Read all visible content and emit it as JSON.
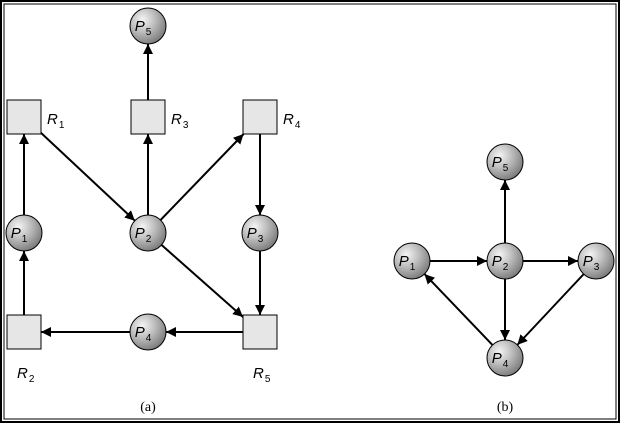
{
  "diagram_a": {
    "caption": "(a)",
    "processes": {
      "P1": {
        "main": "P",
        "sub": "1"
      },
      "P2": {
        "main": "P",
        "sub": "2"
      },
      "P3": {
        "main": "P",
        "sub": "3"
      },
      "P4": {
        "main": "P",
        "sub": "4"
      },
      "P5": {
        "main": "P",
        "sub": "5"
      }
    },
    "resources": {
      "R1": {
        "main": "R",
        "sub": "1"
      },
      "R2": {
        "main": "R",
        "sub": "2"
      },
      "R3": {
        "main": "R",
        "sub": "3"
      },
      "R4": {
        "main": "R",
        "sub": "4"
      },
      "R5": {
        "main": "R",
        "sub": "5"
      }
    },
    "edges": [
      {
        "from": "P1",
        "to": "R1"
      },
      {
        "from": "R1",
        "to": "P2"
      },
      {
        "from": "P2",
        "to": "R3"
      },
      {
        "from": "R3",
        "to": "P5"
      },
      {
        "from": "P2",
        "to": "R4"
      },
      {
        "from": "R4",
        "to": "P3"
      },
      {
        "from": "P3",
        "to": "R5"
      },
      {
        "from": "P2",
        "to": "R5"
      },
      {
        "from": "R5",
        "to": "P4"
      },
      {
        "from": "P4",
        "to": "R2"
      },
      {
        "from": "R2",
        "to": "P1"
      }
    ]
  },
  "diagram_b": {
    "caption": "(b)",
    "processes": {
      "P1": {
        "main": "P",
        "sub": "1"
      },
      "P2": {
        "main": "P",
        "sub": "2"
      },
      "P3": {
        "main": "P",
        "sub": "3"
      },
      "P4": {
        "main": "P",
        "sub": "4"
      },
      "P5": {
        "main": "P",
        "sub": "5"
      }
    },
    "edges": [
      {
        "from": "P1",
        "to": "P2"
      },
      {
        "from": "P2",
        "to": "P5"
      },
      {
        "from": "P2",
        "to": "P3"
      },
      {
        "from": "P2",
        "to": "P4"
      },
      {
        "from": "P3",
        "to": "P4"
      },
      {
        "from": "P4",
        "to": "P1"
      }
    ]
  },
  "colors": {
    "node_fill_light": "#dcdcdc",
    "node_fill_dark": "#8a8a8a",
    "resource_fill": "#e6e6e6",
    "stroke": "#000000"
  }
}
